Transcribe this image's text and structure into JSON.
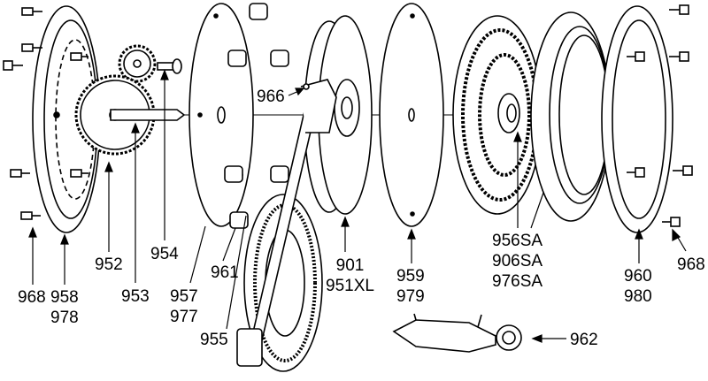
{
  "title": "Hose reel exploded parts diagram",
  "labels": {
    "p968_left": "968",
    "p958": [
      "958",
      "978"
    ],
    "p952": "952",
    "p953": "953",
    "p954": "954",
    "p957": [
      "957",
      "977"
    ],
    "p961": "961",
    "p955": "955",
    "p966": "966",
    "p901": [
      "901",
      "951XL"
    ],
    "p959": [
      "959",
      "979"
    ],
    "p956": [
      "956SA",
      "906SA",
      "976SA"
    ],
    "p960": [
      "960",
      "980"
    ],
    "p968_right": "968",
    "p962": "962"
  },
  "colors": {
    "ink": "#000000",
    "paper": "#ffffff"
  }
}
